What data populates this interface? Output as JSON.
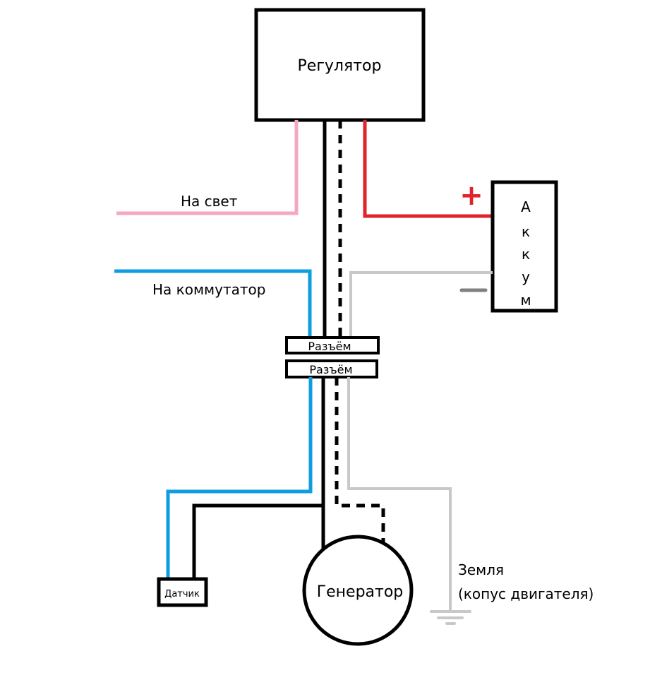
{
  "colors": {
    "box": "#000000",
    "light_wire": "#f4a7c3",
    "commutator_wire": "#0d9de0",
    "battery_plus": "#e3232b",
    "ground_wire": "#c8c8c8",
    "minus_sign": "#808080",
    "main_wire": "#000000"
  },
  "nodes": {
    "regulator": "Регулятор",
    "battery_letters": [
      "А",
      "к",
      "к",
      "у",
      "м"
    ],
    "connector_top": "Разъём",
    "connector_bottom": "Разъём",
    "sensor": "Датчик",
    "generator": "Генератор"
  },
  "labels": {
    "to_light": "На свет",
    "to_commutator": "На коммутатор",
    "ground_line1": "Земля",
    "ground_line2": "(копус двигателя)",
    "plus": "+",
    "minus": "−"
  }
}
